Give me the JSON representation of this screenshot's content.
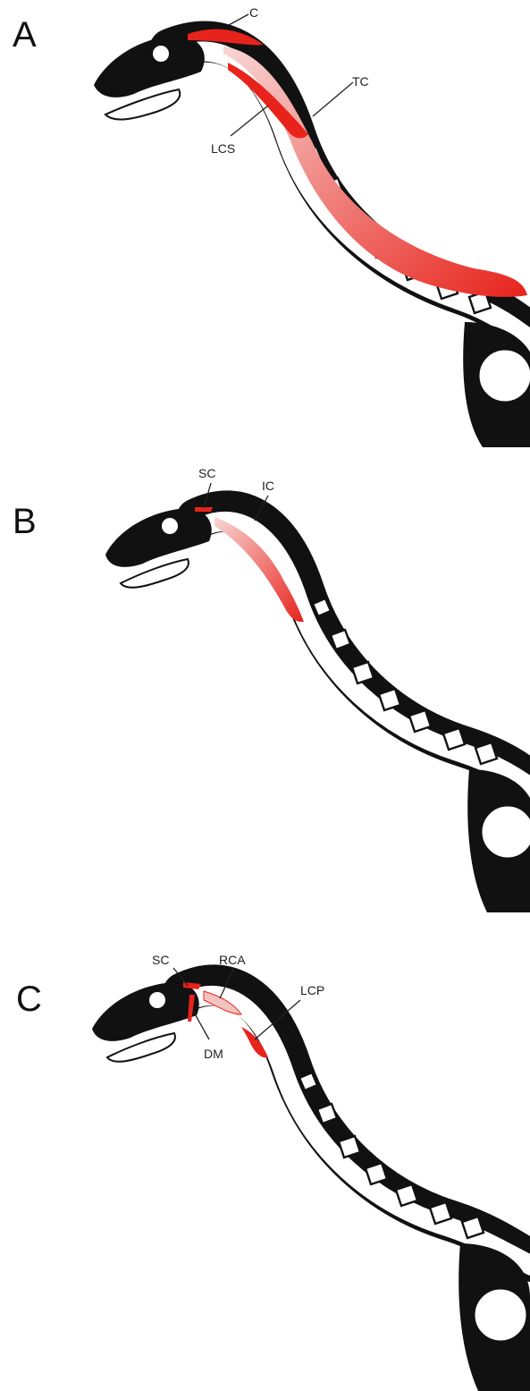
{
  "panels": [
    {
      "letter": "A",
      "muscles": [
        {
          "abbr": "C",
          "color": "#e8231c"
        },
        {
          "abbr": "TC",
          "color": "#e8231c"
        },
        {
          "abbr": "LCS",
          "color": "#e8231c"
        }
      ]
    },
    {
      "letter": "B",
      "muscles": [
        {
          "abbr": "SC",
          "color": "#e8231c"
        },
        {
          "abbr": "IC",
          "color": "#e8231c"
        }
      ]
    },
    {
      "letter": "C",
      "muscles": [
        {
          "abbr": "SC",
          "color": "#e8231c"
        },
        {
          "abbr": "RCA",
          "color": "#e8231c"
        },
        {
          "abbr": "LCP",
          "color": "#e8231c"
        },
        {
          "abbr": "DM",
          "color": "#e8231c"
        }
      ]
    }
  ],
  "colors": {
    "muscle_red": "#e8231c",
    "muscle_pale": "#f3c3c0",
    "bone": "#ffffff",
    "outline": "#111111"
  }
}
